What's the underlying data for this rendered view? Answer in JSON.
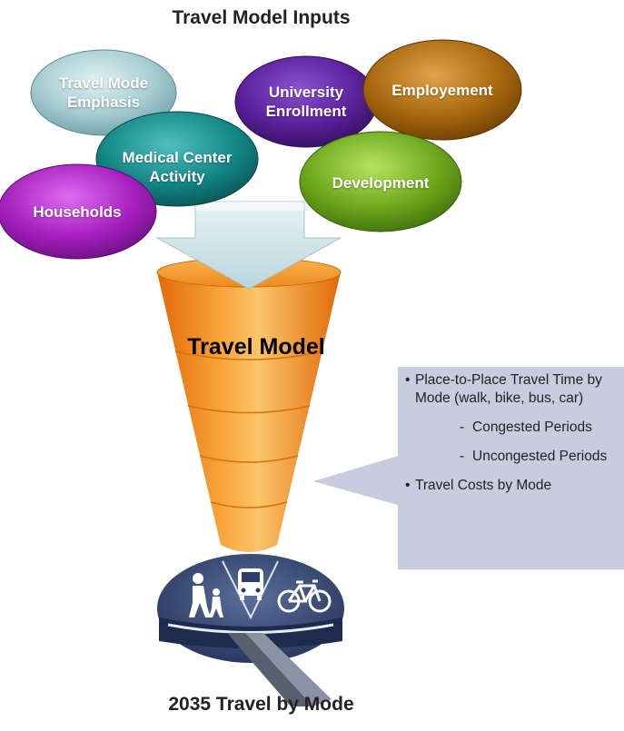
{
  "header": {
    "title": "Travel Model Inputs"
  },
  "inputs": [
    {
      "label": "Travel Mode Emphasis",
      "color": "#9fc6cc"
    },
    {
      "label": "University Enrollment",
      "color": "#5e1f9e"
    },
    {
      "label": "Employement",
      "color": "#a86a12"
    },
    {
      "label": "Medical Center Activity",
      "color": "#148b8a"
    },
    {
      "label": "Development",
      "color": "#6aa51c"
    },
    {
      "label": "Households",
      "color": "#a51fbf"
    }
  ],
  "funnel": {
    "label": "Travel Model",
    "color": "#f28a12"
  },
  "callout": {
    "bullet1": "Place-to-Place Travel Time by Mode (walk, bike, bus, car)",
    "sub1": "Congested Periods",
    "sub2": "Uncongested Periods",
    "bullet2": "Travel Costs by Mode"
  },
  "footer": {
    "title": "2035 Travel by Mode"
  },
  "icons": [
    "pedestrians-icon",
    "bus-icon",
    "bicycle-icon",
    "road-icon"
  ]
}
